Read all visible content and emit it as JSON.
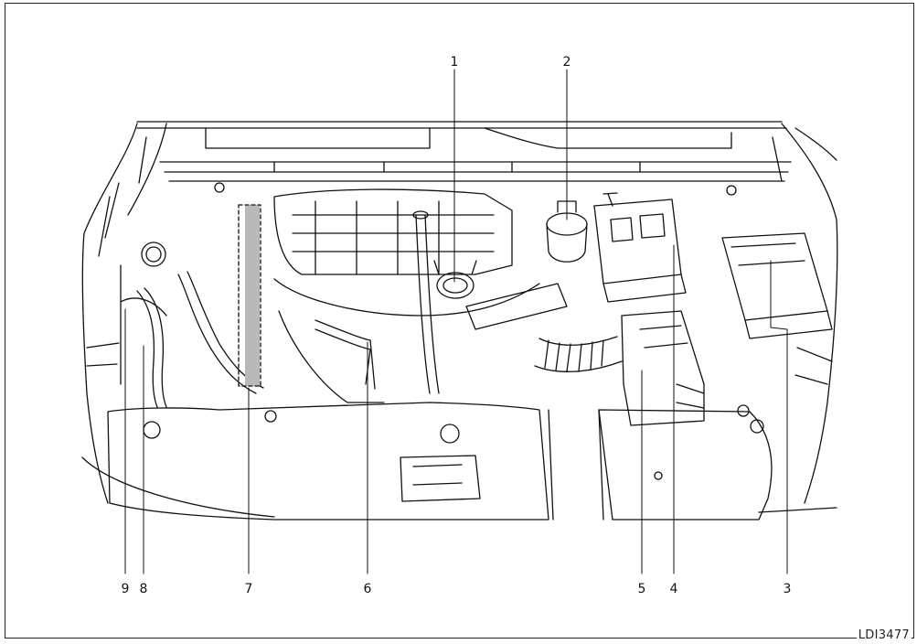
{
  "figure": {
    "code": "LDI3477",
    "callouts": [
      "1",
      "2",
      "3",
      "4",
      "5",
      "6",
      "7",
      "8",
      "9"
    ]
  },
  "colors": {
    "line": "#111111",
    "highlight": "#b9b9b9",
    "background": "#ffffff"
  }
}
